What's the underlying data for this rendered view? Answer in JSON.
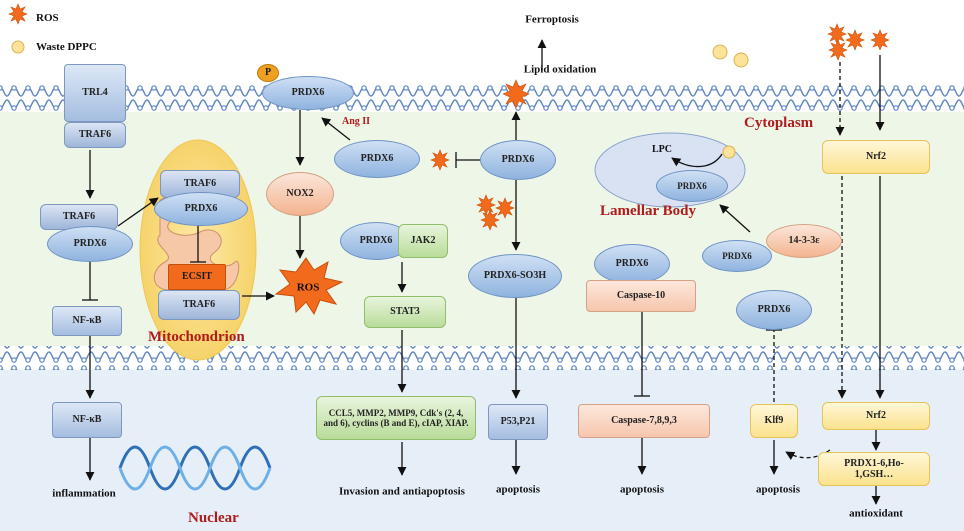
{
  "legend": {
    "ros": "ROS",
    "waste_dppc": "Waste DPPC"
  },
  "regions": {
    "cytoplasm": "Cytoplasm",
    "nuclear": "Nuclear",
    "mitochondrion": "Mitochondrion",
    "lamellar_body": "Lamellar Body"
  },
  "colors": {
    "cytoplasm_bg": "#eef6e8",
    "nuclear_bg": "#e6eef8",
    "membrane": "#5f87c0",
    "label_red": "#b01b1b",
    "ros_orange": "#f26a1b"
  },
  "nodes": {
    "trl4": "TRL4",
    "traf6_membrane": "TRAF6",
    "traf6_left": "TRAF6",
    "prdx6_left": "PRDX6",
    "nfkb_cyto": "NF-κB",
    "nfkb_nuc": "NF-κB",
    "inflammation": "inflammation",
    "traf6_mito_top": "TRAF6",
    "prdx6_mito": "PRDX6",
    "ecsit": "ECSIT",
    "traf6_mito_bottom": "TRAF6",
    "p_badge": "P",
    "prdx6_top": "PRDX6",
    "nox2": "NOX2",
    "ros_center": "ROS",
    "prdx6_angii": "PRDX6",
    "ang_ii": "Ang II",
    "prdx6_jak": "PRDX6",
    "jak2": "JAK2",
    "stat3": "STAT3",
    "targets": "CCL5, MMP2, MMP9, Cdk's (2, 4, and 6), cyclins (B and E), cIAP, XIAP.",
    "invasion": "Invasion and antiapoptosis",
    "ferroptosis": "Ferroptosis",
    "lipid_oxidation": "Lipid oxidation",
    "prdx6_mid": "PRDX6",
    "prdx6_so3h": "PRDX6-SO3H",
    "p53_p21": "P53,P21",
    "apoptosis_1": "apoptosis",
    "lpc": "LPC",
    "prdx6_lamellar": "PRDX6",
    "prdx6_1433": "PRDX6",
    "protein_1433": "14-3-3ε",
    "prdx6_casp": "PRDX6",
    "caspase10": "Caspase-10",
    "caspase7893": "Caspase-7,8,9,3",
    "apoptosis_2": "apoptosis",
    "prdx6_right": "PRDX6",
    "klf9": "Klf9",
    "apoptosis_3": "apoptosis",
    "nrf2_cyto": "Nrf2",
    "nrf2_nuc": "Nrf2",
    "prdx_list": "PRDX1-6,Ho-1,GSH…",
    "antioxidant": "antioxidant"
  }
}
